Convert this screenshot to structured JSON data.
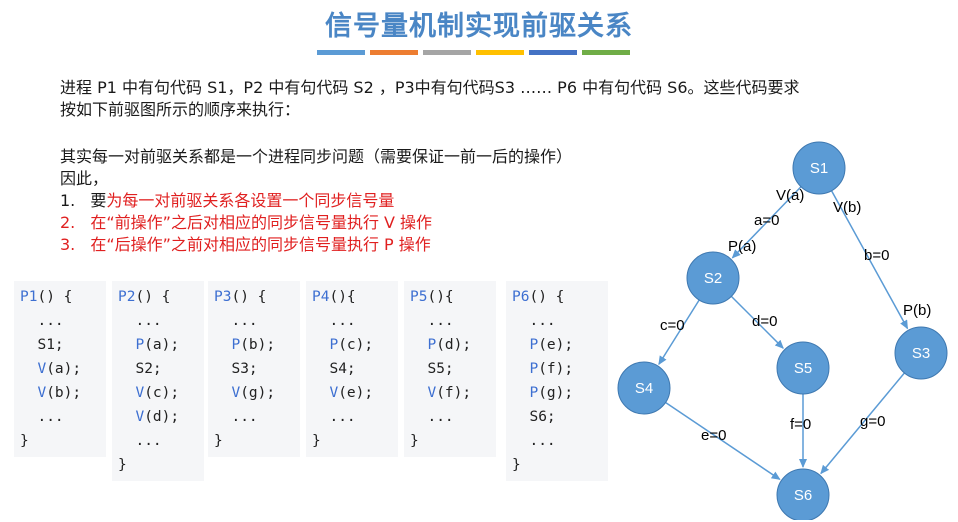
{
  "title": "信号量机制实现前驱关系",
  "bar_colors": [
    "#5b9bd5",
    "#ed7d31",
    "#a5a5a5",
    "#ffc000",
    "#4472c4",
    "#70ad47"
  ],
  "intro": {
    "line1": "进程 P1 中有句代码 S1，P2 中有句代码 S2 ，P3中有句代码S3 …… P6 中有句代码 S6。这些代码要求",
    "line2": "按如下前驱图所示的顺序来执行："
  },
  "explain": {
    "line1": "其实每一对前驱关系都是一个进程同步问题（需要保证一前一后的操作）",
    "line2": "因此，",
    "item1_num": "1.",
    "item1_pre": "要",
    "item1_red": "为每一对前驱关系各设置一个同步信号量",
    "item2_num": "2.",
    "item2_text": "在“前操作”之后对相应的同步信号量执行 V 操作",
    "item3_num": "3.",
    "item3_text": "在“后操作”之前对相应的同步信号量执行 P 操作"
  },
  "code_blocks": [
    {
      "name": "P1",
      "lines": [
        "P1() {",
        "  ...",
        "  S1;",
        "  V(a);",
        "  V(b);",
        "  ...",
        "}"
      ]
    },
    {
      "name": "P2",
      "lines": [
        "P2() {",
        "  ...",
        "  P(a);",
        "  S2;",
        "  V(c);",
        "  V(d);",
        "  ...",
        "}"
      ]
    },
    {
      "name": "P3",
      "lines": [
        "P3() {",
        "  ...",
        "  P(b);",
        "  S3;",
        "  V(g);",
        "  ...",
        "}"
      ]
    },
    {
      "name": "P4",
      "lines": [
        "P4(){",
        "  ...",
        "  P(c);",
        "  S4;",
        "  V(e);",
        "  ...",
        "}"
      ]
    },
    {
      "name": "P5",
      "lines": [
        "P5(){",
        "  ...",
        "  P(d);",
        "  S5;",
        "  V(f);",
        "  ...",
        "}"
      ]
    },
    {
      "name": "P6",
      "lines": [
        "P6() {",
        "  ...",
        "  P(e);",
        "  P(f);",
        "  P(g);",
        "  S6;",
        "  ...",
        "}"
      ]
    }
  ],
  "graph": {
    "node_color": "#5b9bd5",
    "nodes": [
      "S1",
      "S2",
      "S3",
      "S4",
      "S5",
      "S6"
    ],
    "labels": {
      "s1_s2_v": "V(a)",
      "s1_s2_sem": "a=0",
      "s1_s2_p": "P(a)",
      "s1_s3_v": "V(b)",
      "s1_s3_sem": "b=0",
      "s1_s3_p": "P(b)",
      "s2_s4": "c=0",
      "s2_s5": "d=0",
      "s4_s6": "e=0",
      "s5_s6": "f=0",
      "s3_s6": "g=0"
    }
  }
}
